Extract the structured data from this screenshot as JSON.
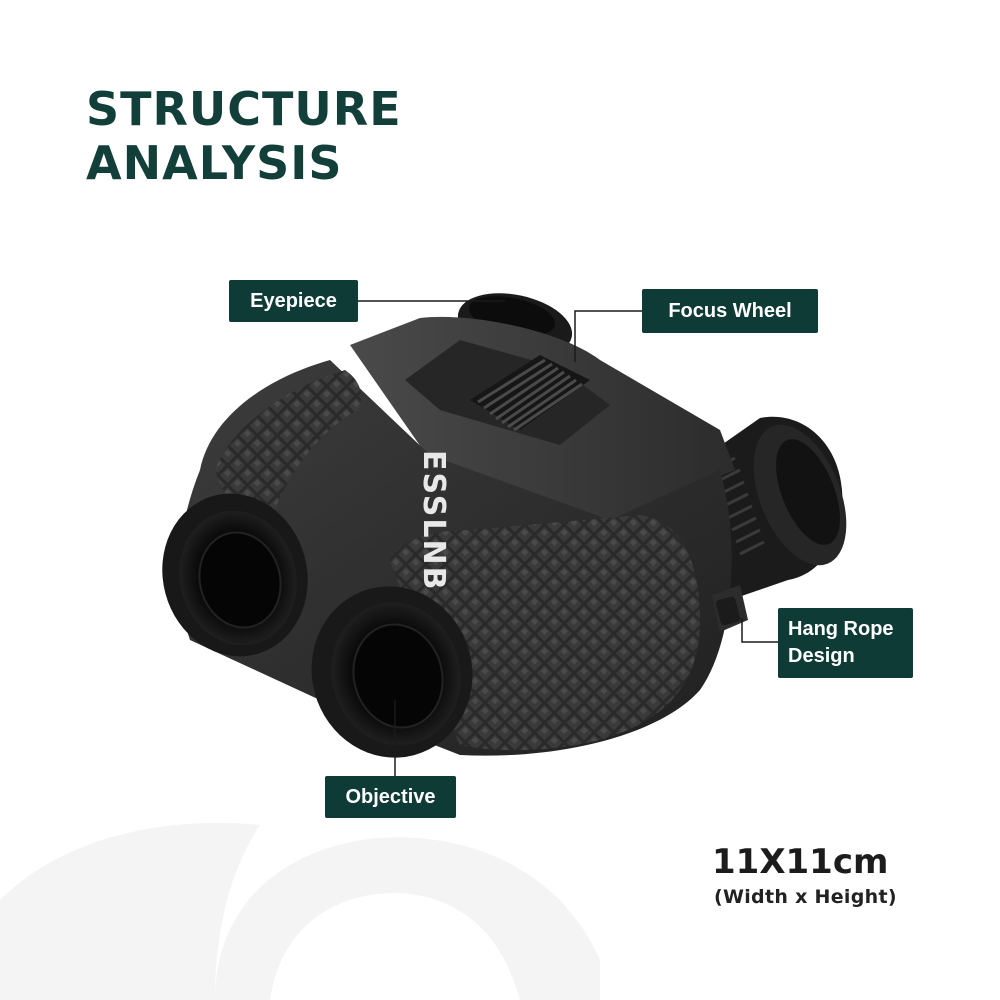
{
  "title": {
    "line1": "STRUCTURE",
    "line2": "ANALYSIS"
  },
  "labels": {
    "eyepiece": "Eyepiece",
    "focus_wheel": "Focus Wheel",
    "hang_rope_line1": "Hang Rope",
    "hang_rope_line2": "Design",
    "objective": "Objective"
  },
  "product": {
    "brand": "ESSLNB"
  },
  "dimensions": {
    "size": "11X11cm",
    "caption": "(Width  x Height)"
  },
  "colors": {
    "label_bg": "#0f3b36",
    "title": "#133f3a",
    "leader_line": "#1a1a1a",
    "body": "#2b2b2b",
    "rubber": "#1d1d1d",
    "watermark": "#f3f3f3"
  }
}
